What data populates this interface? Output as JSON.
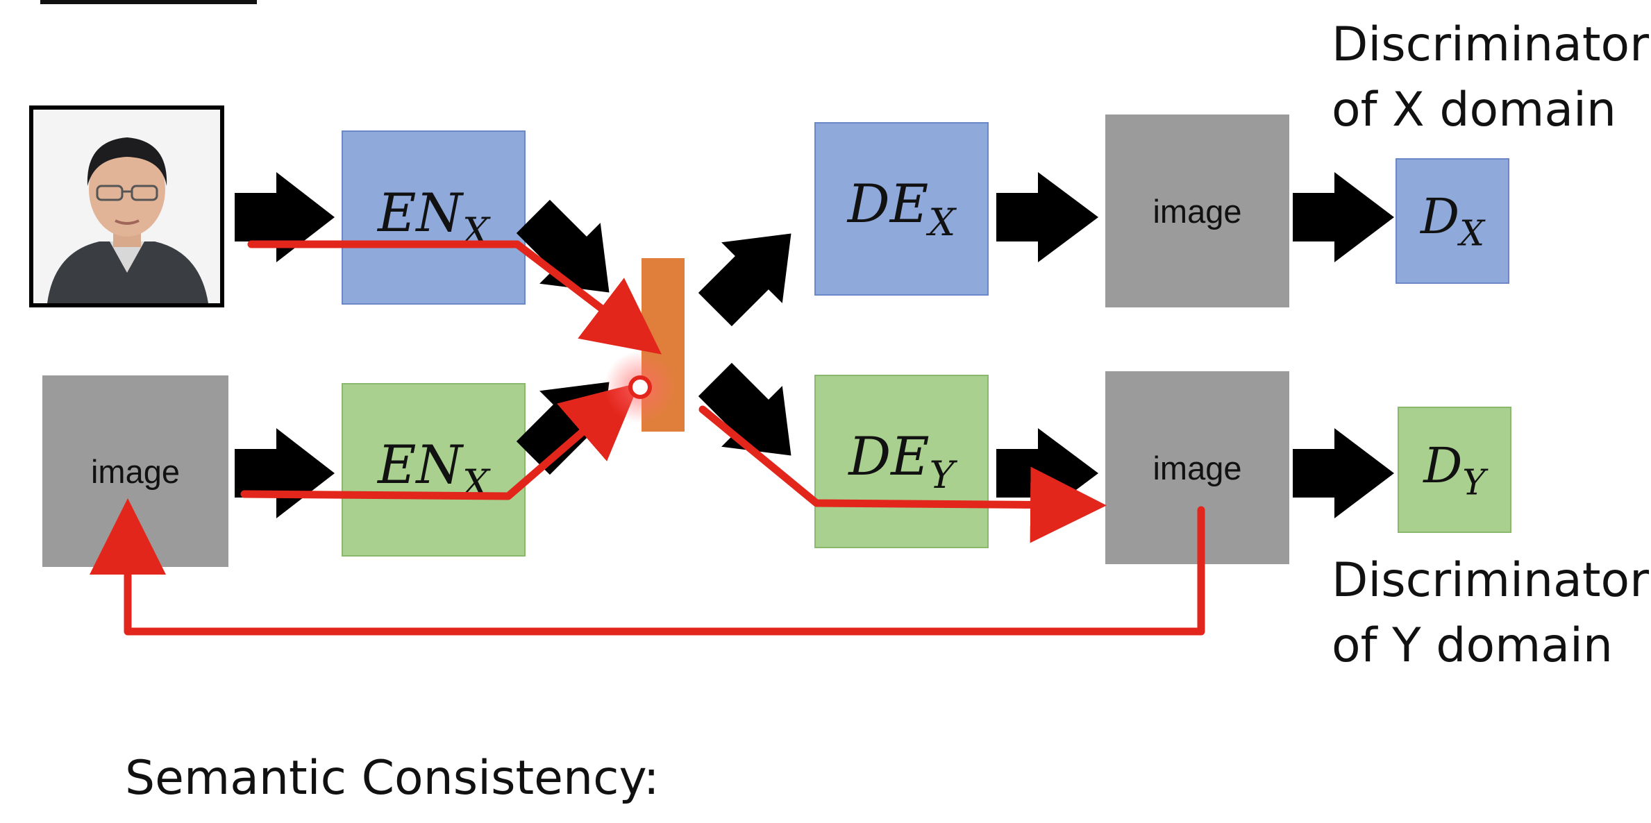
{
  "heading_fragment": "",
  "nodes": {
    "en_x_top": {
      "main": "EN",
      "sub": "X"
    },
    "en_x_bottom": {
      "main": "EN",
      "sub": "X"
    },
    "de_x": {
      "main": "DE",
      "sub": "X"
    },
    "de_y": {
      "main": "DE",
      "sub": "Y"
    },
    "d_x": {
      "main": "D",
      "sub": "X"
    },
    "d_y": {
      "main": "D",
      "sub": "Y"
    },
    "image_left": "image",
    "image_top_right": "image",
    "image_bottom_right": "image"
  },
  "annotations": {
    "discriminator_x": [
      "Discriminator",
      "of X domain"
    ],
    "discriminator_y": [
      "Discriminator",
      "of Y domain"
    ]
  },
  "footer": "Semantic Consistency:",
  "colors": {
    "encoder_x": "#8fa9da",
    "decoder_y": "#a9d08e",
    "image": "#9b9b9b",
    "latent": "#e07f3c",
    "path": "#e3261c",
    "arrow": "#000000"
  },
  "icons": [
    "person-photo",
    "block-arrow",
    "red-path-arrow"
  ]
}
